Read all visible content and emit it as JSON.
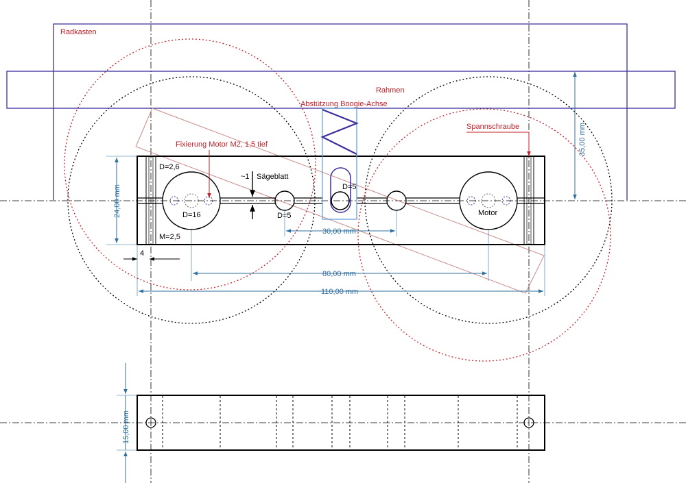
{
  "labels": {
    "radkasten": "Radkasten",
    "rahmen": "Rahmen",
    "abstuetzung": "Abstützung Boogie-Achse",
    "spannschraube": "Spannschraube",
    "fixierung": "Fixierung Motor M2, 1,5 tief",
    "d26": "D=2,6",
    "saegeblatt_tilde": "~1",
    "saegeblatt": "Sägeblatt",
    "d5_slot": "D=5",
    "d16": "D=16",
    "d5_hole": "D=5",
    "motor": "Motor",
    "m25": "M=2,5"
  },
  "dimensions": {
    "width_4": "4",
    "dist_30": "30,00 mm",
    "dist_80": "80,00 mm",
    "dist_110": "110,00 mm",
    "height_24": "24,00 mm",
    "height_35": "35,00 mm",
    "height_15": "15,00 mm"
  },
  "colors": {
    "outline": "#000000",
    "frame": "#3a2f9c",
    "annotation": "#c0202a",
    "dimension": "#2f6f9f",
    "support": "#5b9bd5",
    "wheel_red": "#c0202a",
    "tilted": "#c98a8a"
  }
}
